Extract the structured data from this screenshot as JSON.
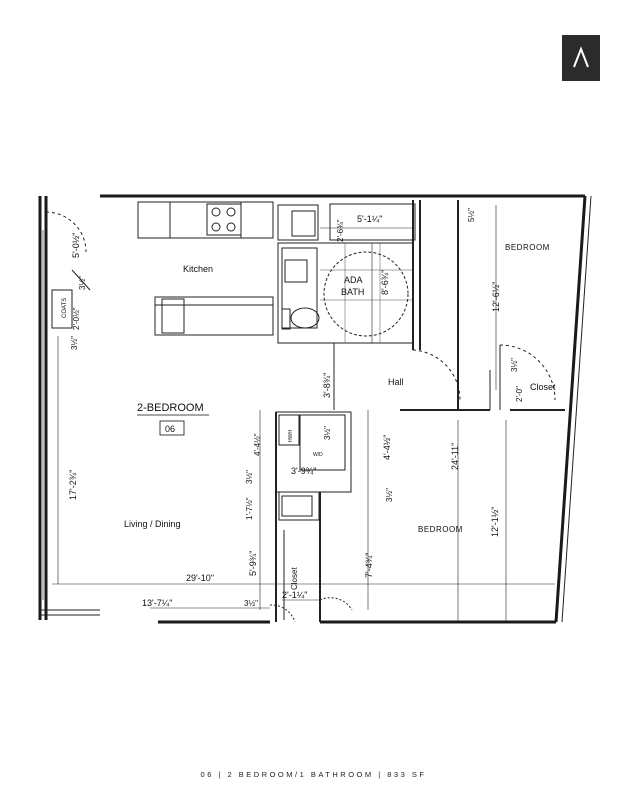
{
  "brand": {
    "logo_icon": "stylized-a-logo-icon",
    "logo_color": "#2b2b2b"
  },
  "footer": {
    "caption": "06 | 2 BEDROOM/1 BATHROOM | 833 SF"
  },
  "unit": {
    "name": "2-BEDROOM",
    "number": "06"
  },
  "rooms": {
    "kitchen": "Kitchen",
    "ada_bath_line1": "ADA",
    "ada_bath_line2": "BATH",
    "bedroom_north": "BEDROOM",
    "bedroom_south": "BEDROOM",
    "hall": "Hall",
    "closet_east": "Closet",
    "closet_south": "Closet",
    "living_dining": "Living / Dining",
    "coats": "COATS",
    "hwh": "HWH",
    "wd": "W/D"
  },
  "dimensions": {
    "d_5_0_5": "5'-0½\"",
    "d_3_5_a": "3½\"",
    "d_2_0_5": "2'-0½\"",
    "d_3_5_b": "3½\"",
    "d_2_6_75": "2'-6¾\"",
    "d_5_1_25": "5'-1¼\"",
    "d_8_6_75": "8'-6¾\"",
    "d_5_5": "5½\"",
    "d_12_6_5": "12'-6½\"",
    "d_3_5_c": "3½\"",
    "d_2_0": "2'-0\"",
    "d_3_8_75": "3'-8¾\"",
    "d_4_4_5": "4'-4½\"",
    "d_3_5_d": "3½\"",
    "d_4_4_5_b": "4'-4½\"",
    "d_24_11": "24'-11\"",
    "d_3_9_75": "3'-9¾\"",
    "d_17_2_75": "17'-2¾\"",
    "d_1_7_5": "1'-7½\"",
    "d_3_5_e": "3½\"",
    "d_3_5_f": "3½\"",
    "d_12_1_5": "12'-1½\"",
    "d_5_9_75": "5'-9¾\"",
    "d_7_4_75": "7'-4¾\"",
    "d_29_10": "29'-10\"",
    "d_13_7_25": "13'-7¼\"",
    "d_3_5_g": "3½\"",
    "d_2_1_25": "2'-1¼\""
  }
}
